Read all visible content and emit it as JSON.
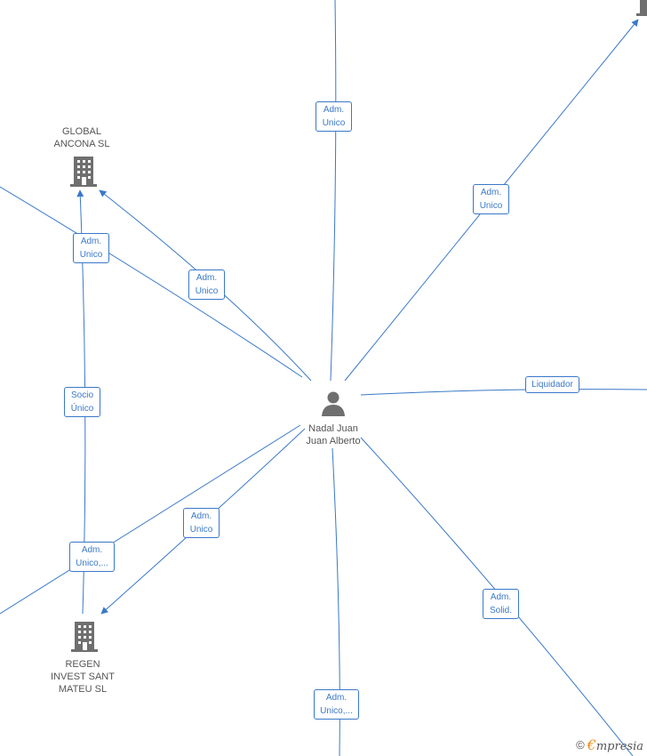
{
  "colors": {
    "edge": "#3a78c9",
    "label": "#3a78c9",
    "node_text": "#555555",
    "icon": "#6f6f6f",
    "brand_accent": "#f08c1c"
  },
  "nodes": {
    "person": {
      "name": "Nadal Juan\nJuan Alberto",
      "icon": "person-icon"
    },
    "company_top": {
      "name": "GLOBAL\nANCONA SL",
      "icon": "building-icon"
    },
    "company_bottom": {
      "name": "REGEN\nINVEST SANT\nMATEU SL",
      "icon": "building-icon"
    },
    "company_top_right": {
      "name": "",
      "icon": "building-icon"
    }
  },
  "edge_labels": [
    "Adm.\nUnico",
    "Adm.\nUnico",
    "Adm.\nUnico",
    "Adm.\nUnico",
    "Socio\nÚnico",
    "Liquidador",
    "Adm.\nUnico",
    "Adm.\nUnico,...",
    "Adm.\nSolid.",
    "Adm.\nUnico,..."
  ],
  "brand": {
    "symbol": "©",
    "initial": "€",
    "rest": "mpresia"
  }
}
